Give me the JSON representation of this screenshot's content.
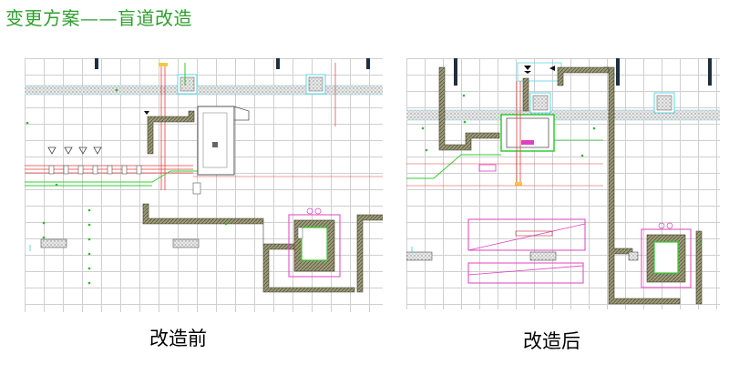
{
  "slide": {
    "title": "变更方案——盲道改造",
    "panels": [
      {
        "caption": "改造前"
      },
      {
        "caption": "改造后"
      }
    ]
  },
  "colors": {
    "title": "#2e9e2e",
    "wall_fill": "#9c9a78",
    "wall_outline": "#3f3f2a",
    "tactile_path": "#33cc33",
    "red_line": "#e83c3c",
    "magenta_box": "#e040c0",
    "dark_column": "#1f2f3f",
    "grid": "#cfcfcf",
    "hatch_band": "#b0b0b0"
  },
  "icons": {
    "tactile_dot": "green-dot-icon",
    "direction_marker": "triangle-icon",
    "column": "hatched-column-icon"
  }
}
